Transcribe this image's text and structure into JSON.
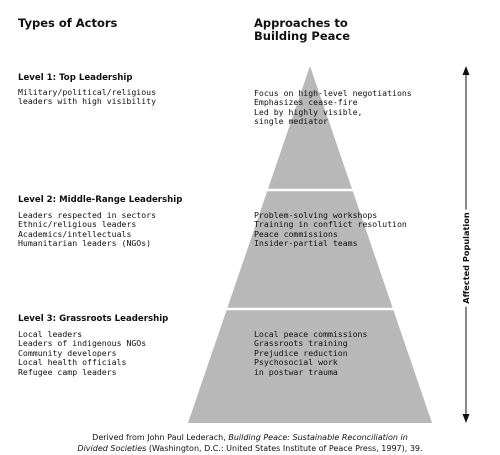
{
  "headings": {
    "actors_line1": "Types of Actors",
    "approaches_line1": "Approaches to",
    "approaches_line2": "Building Peace"
  },
  "levels": [
    {
      "title": "Level 1: Top Leadership",
      "actors": [
        "Military/political/religious",
        "leaders with high visibility"
      ],
      "approaches": [
        "Focus on high-level negotiations",
        "Emphasizes cease-fire",
        "Led by highly visible,",
        "single mediator"
      ]
    },
    {
      "title": "Level 2: Middle-Range Leadership",
      "actors": [
        "Leaders respected in sectors",
        "Ethnic/religious leaders",
        "Academics/intellectuals",
        "Humanitarian leaders (NGOs)"
      ],
      "approaches": [
        "Problem-solving workshops",
        "Training in conflict resolution",
        "Peace commissions",
        "Insider-partial teams"
      ]
    },
    {
      "title": "Level 3: Grassroots Leadership",
      "actors": [
        "Local leaders",
        "Leaders of indigenous NGOs",
        "Community developers",
        "Local health officials",
        "Refugee camp leaders"
      ],
      "approaches": [
        "Local peace commissions",
        "Grassroots training",
        "Prejudice reduction",
        "Psychosocial work",
        "in postwar trauma"
      ]
    }
  ],
  "axis": {
    "label": "Affected Population"
  },
  "colors": {
    "pyramid_fill": "#b8b8b8",
    "separator": "#ffffff",
    "text": "#111111"
  },
  "caption": {
    "prefix": "Derived from John Paul Lederach, ",
    "title_part1": "Building Peace: Sustainable Reconciliation in",
    "title_part2": "Divided Societies",
    "suffix": " (Washington, D.C.: United States Institute of Peace Press, 1997), 39."
  }
}
